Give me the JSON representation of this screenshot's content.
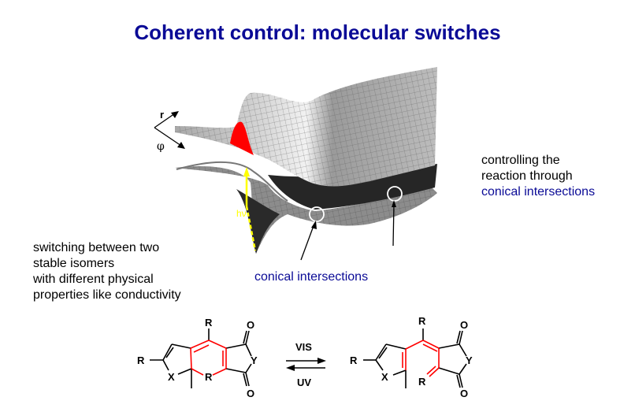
{
  "title": "Coherent control: molecular switches",
  "right_text": {
    "line1": "controlling the",
    "line2": "reaction through",
    "line3": "conical intersections"
  },
  "left_text": {
    "line1": "switching between two",
    "line2": "stable isomers",
    "line3": "with different physical",
    "line4": "properties like conductivity"
  },
  "ci_label": "conical intersections",
  "surface": {
    "axis_r": "r",
    "axis_phi": "φ",
    "excitation": "hν"
  },
  "chem": {
    "R": "R",
    "X": "X",
    "Y": "Y",
    "O": "O",
    "forward": "VIS",
    "backward": "UV"
  },
  "colors": {
    "title": "#0a0a96",
    "highlight": "#ff0000",
    "excitation": "#ffff00"
  }
}
